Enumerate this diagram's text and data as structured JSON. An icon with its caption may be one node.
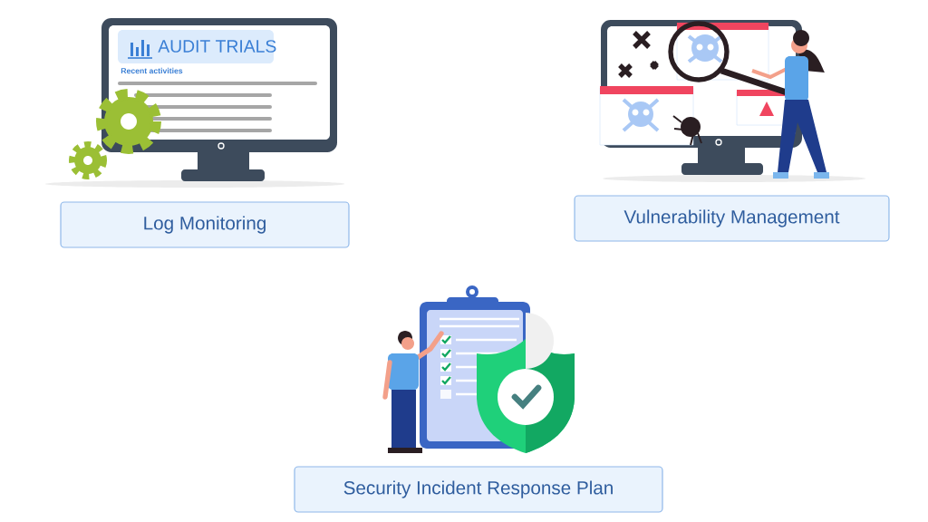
{
  "diagram": {
    "nodes": [
      {
        "text": [
          "AUDIT TRIALS"
        ]
      },
      {
        "text": [
          "Log Monitoring"
        ]
      },
      {
        "text": [
          "Vulnerability Management"
        ]
      },
      {
        "text": [
          "Security Incident Response Plan"
        ]
      }
    ],
    "labels": [
      "Recent activities"
    ]
  }
}
